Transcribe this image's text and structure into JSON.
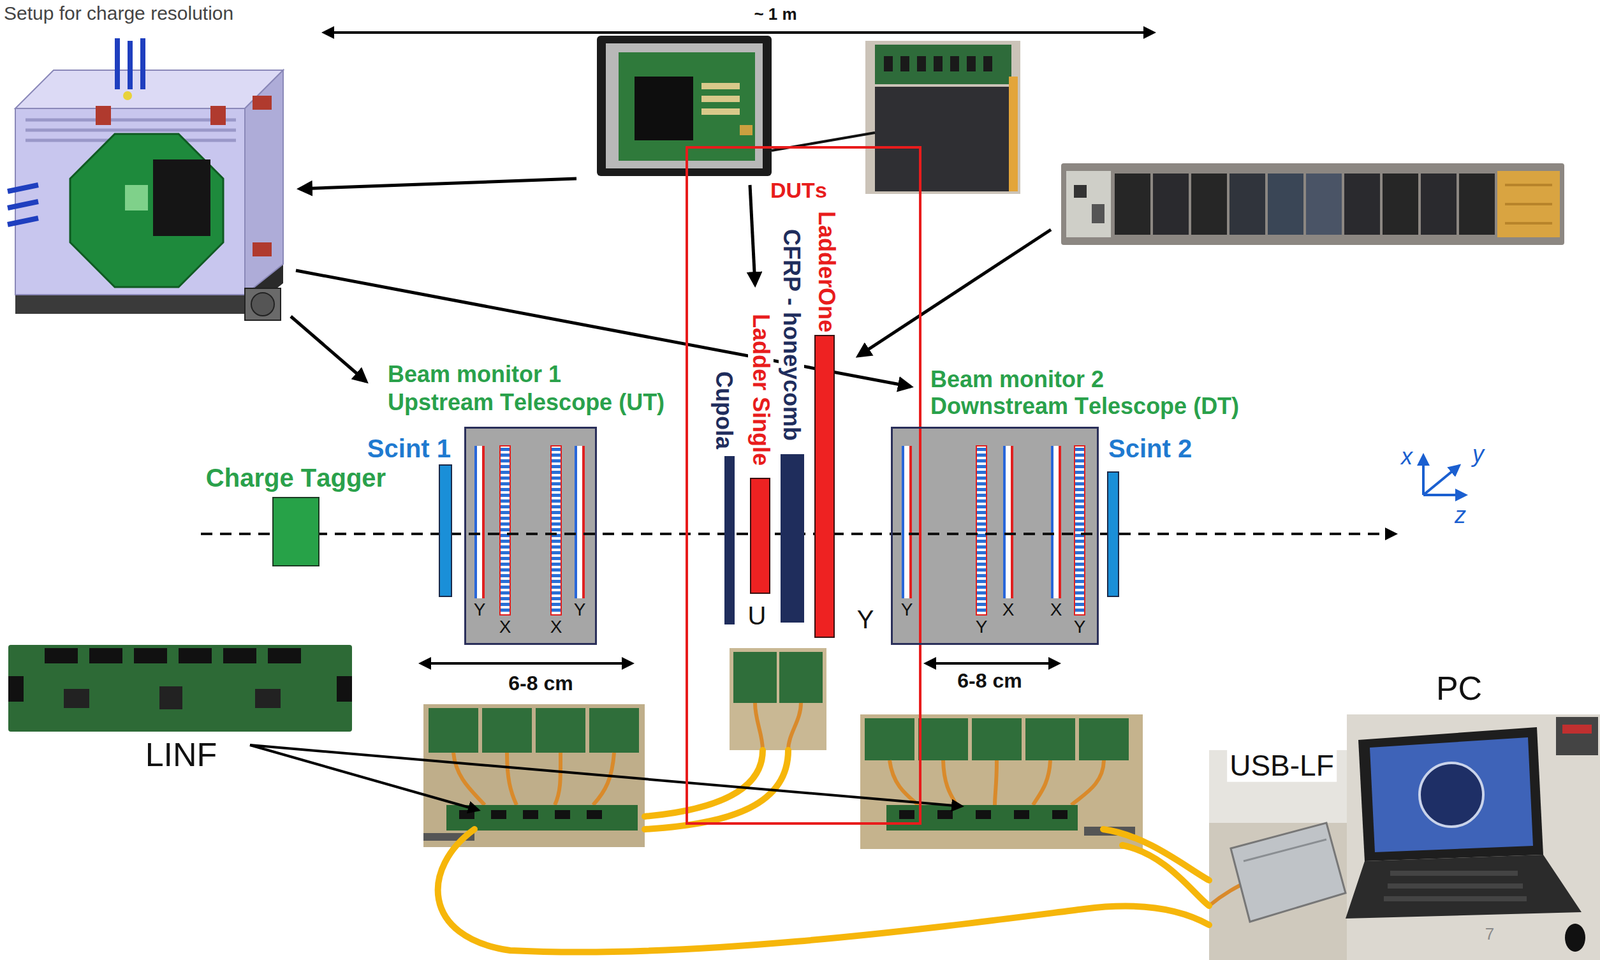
{
  "diagram": {
    "title": "Setup for charge resolution",
    "nodes": [
      {
        "text": [
          "Charge Tagger"
        ]
      },
      {
        "text": [
          "Scint 1"
        ]
      },
      {
        "text": [
          "Beam monitor 1 Upstream Telescope (UT)"
        ]
      },
      {
        "text": [
          "DUTs"
        ]
      },
      {
        "text": [
          "Cupola"
        ],
        "in": 3
      },
      {
        "text": [
          "Ladder Single"
        ],
        "in": 3
      },
      {
        "text": [
          "CFRP - honeycomb"
        ],
        "in": 3
      },
      {
        "text": [
          "LadderOne"
        ],
        "in": 3
      },
      {
        "text": [
          "Beam monitor 2 Downstream Telescope (DT)"
        ]
      },
      {
        "text": [
          "Scint 2"
        ]
      }
    ],
    "labels": [
      "~ 1 m",
      "Y",
      "X",
      "X",
      "Y",
      "U",
      "Y",
      "Y",
      "Y",
      "X",
      "X",
      "Y",
      "x",
      "y",
      "z",
      "LINF",
      "6-8 cm",
      "6-8 cm",
      "PC",
      "USB-LF",
      "7"
    ]
  }
}
